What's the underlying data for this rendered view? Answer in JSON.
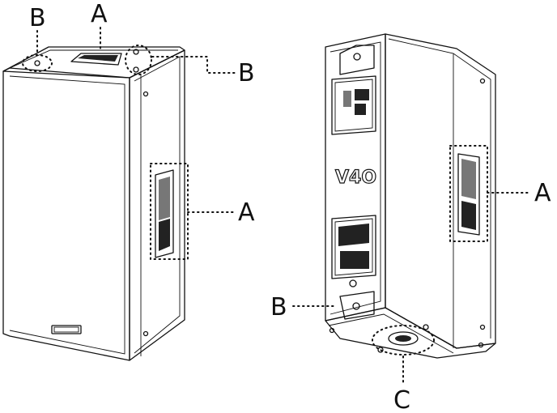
{
  "figure": {
    "callouts": {
      "left_top_a": "A",
      "left_top_b": "B",
      "left_right_b": "B",
      "left_side_a": "A",
      "right_side_a": "A",
      "right_rear_b": "B",
      "right_bottom_c": "C"
    },
    "rear_panel_logo": "V4O"
  }
}
